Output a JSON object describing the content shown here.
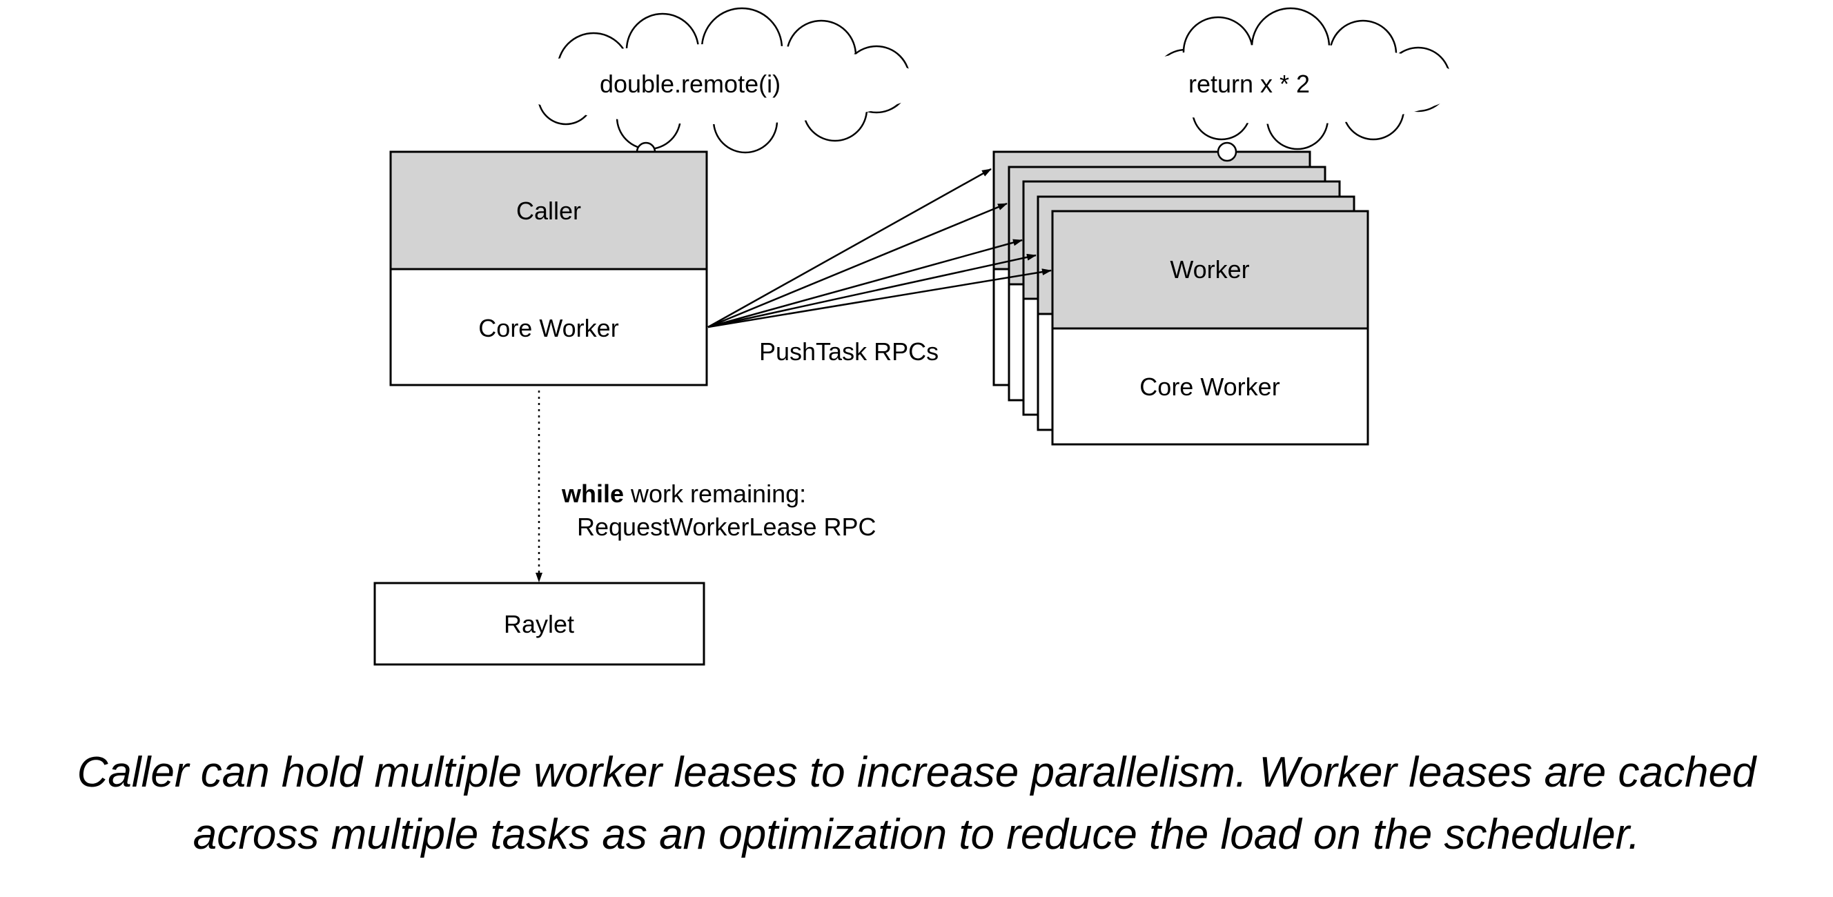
{
  "caller": {
    "label": "Caller",
    "core_worker_label": "Core Worker"
  },
  "caller_thought": "double.remote(i)",
  "worker": {
    "label": "Worker",
    "core_worker_label": "Core Worker",
    "stack_count": 5
  },
  "worker_thought": "return x * 2",
  "push_rpc_label": "PushTask RPCs",
  "lease_loop": {
    "keyword": "while",
    "condition": " work remaining:",
    "rpc": "RequestWorkerLease RPC"
  },
  "raylet": {
    "label": "Raylet"
  },
  "caption": {
    "line1": "Caller can hold multiple worker leases to increase parallelism. Worker leases are cached",
    "line2": "across multiple tasks as an optimization to reduce the load on the scheduler."
  },
  "colors": {
    "header_fill": "#d3d3d3",
    "body_fill": "#ffffff",
    "stroke": "#000000"
  }
}
